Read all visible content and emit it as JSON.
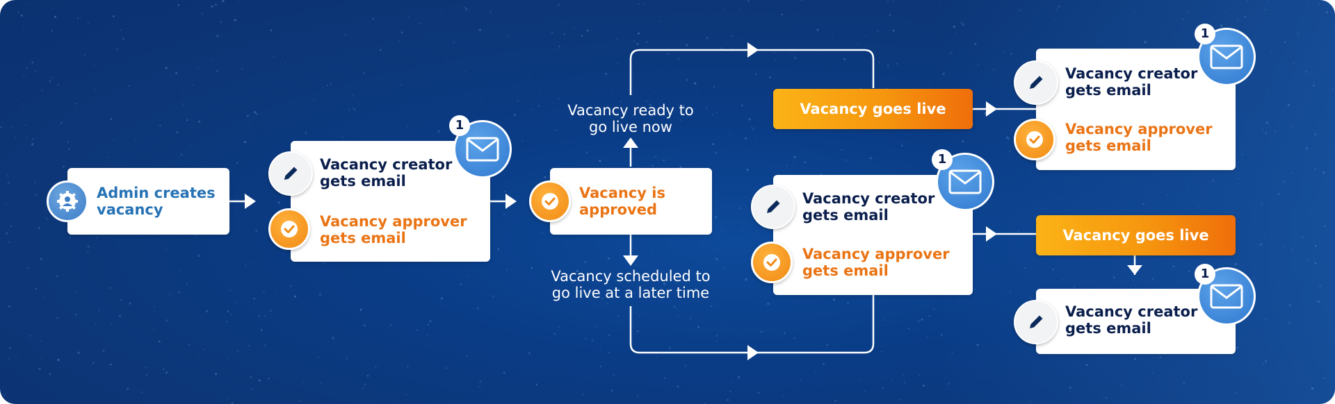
{
  "colors": {
    "background": "#0b3c84",
    "card": "#ffffff",
    "navy_text": "#0b1f4d",
    "orange_text": "#ea7414",
    "admin_text": "#2673b5",
    "live_bar_start": "#fbb316",
    "live_bar_end": "#ef6e0a",
    "connector": "#ffffff"
  },
  "admin": {
    "line1": "Admin creates",
    "line2": "vacancy",
    "icon": "admin-gear-user-icon"
  },
  "step1": {
    "creator_line1": "Vacancy creator",
    "creator_line2": "gets email",
    "approver_line1": "Vacancy approver",
    "approver_line2": "gets email",
    "mail_count": "1"
  },
  "approved": {
    "line1": "Vacancy is",
    "line2": "approved"
  },
  "path_now": {
    "line1": "Vacancy ready to",
    "line2": "go live now"
  },
  "path_later": {
    "line1": "Vacancy scheduled to",
    "line2": "go live at a later time"
  },
  "live_now": {
    "label": "Vacancy goes live",
    "creator_line1": "Vacancy creator",
    "creator_line2": "gets email",
    "approver_line1": "Vacancy approver",
    "approver_line2": "gets email",
    "mail_count": "1"
  },
  "scheduled": {
    "creator_line1": "Vacancy creator",
    "creator_line2": "gets email",
    "approver_line1": "Vacancy approver",
    "approver_line2": "gets email",
    "mail_count": "1",
    "live_label": "Vacancy goes live",
    "final_creator_line1": "Vacancy creator",
    "final_creator_line2": "gets email",
    "final_mail_count": "1"
  }
}
